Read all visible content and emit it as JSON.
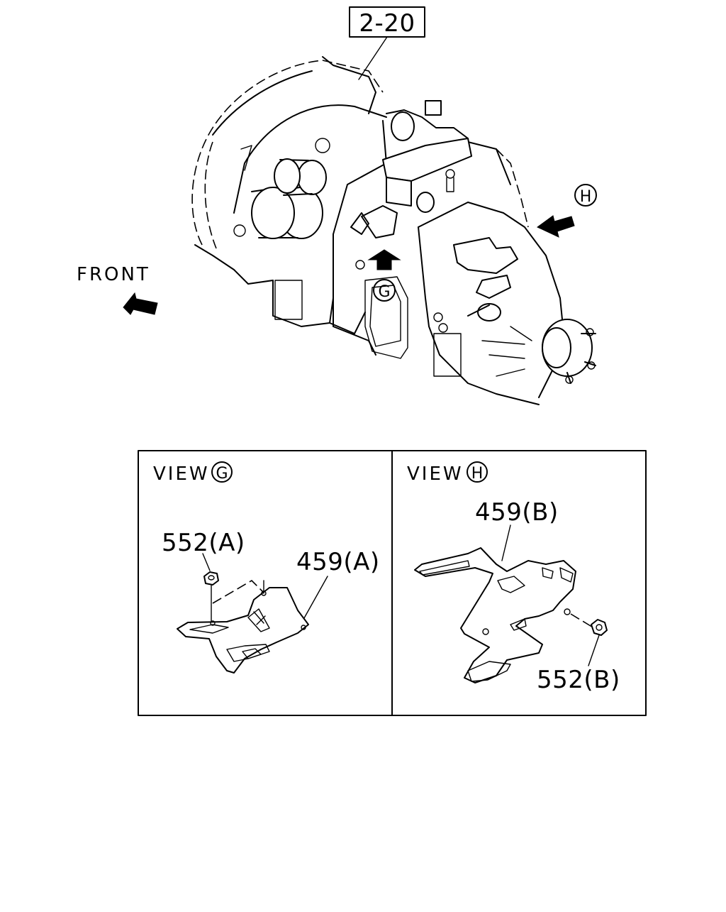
{
  "ref_box": "2-20",
  "front_label": "FRONT",
  "view_g_marker": "G",
  "view_h_marker": "H",
  "panel_g": {
    "view_text": "VIEW",
    "view_letter": "G",
    "nut_label": "552(A)",
    "bracket_label": "459(A)"
  },
  "panel_h": {
    "view_text": "VIEW",
    "view_letter": "H",
    "bracket_label": "459(B)",
    "nut_label": "552(B)"
  }
}
